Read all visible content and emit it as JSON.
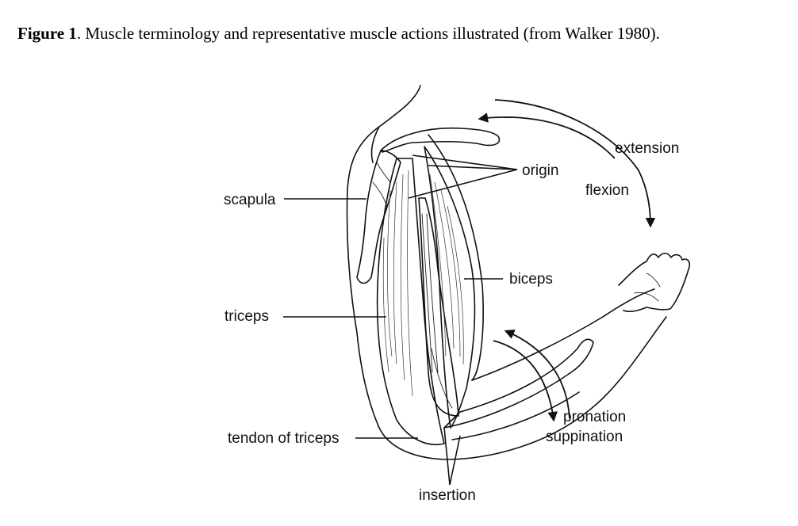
{
  "caption": {
    "figure_label": "Figure 1",
    "text": ".  Muscle terminology and representative muscle actions illustrated (from Walker 1980)."
  },
  "labels": {
    "scapula": "scapula",
    "origin": "origin",
    "extension": "extension",
    "flexion": "flexion",
    "biceps": "biceps",
    "triceps": "triceps",
    "pronation": "pronation",
    "suppination": "suppination",
    "tendon_of_triceps": "tendon of triceps",
    "insertion": "insertion"
  }
}
